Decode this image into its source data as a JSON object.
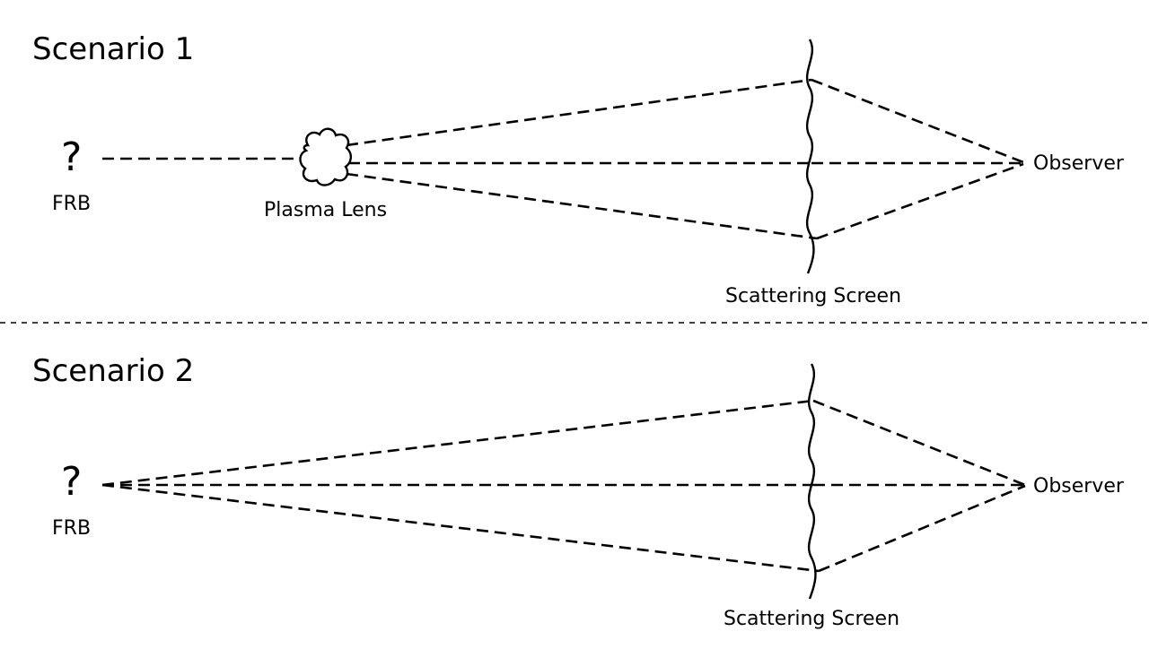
{
  "scenario1": {
    "title": "Scenario 1",
    "source_symbol": "?",
    "source_label": "FRB",
    "lens_label": "Plasma Lens",
    "screen_label": "Scattering Screen",
    "observer_label": "Observer"
  },
  "scenario2": {
    "title": "Scenario 2",
    "source_symbol": "?",
    "source_label": "FRB",
    "screen_label": "Scattering Screen",
    "observer_label": "Observer"
  }
}
